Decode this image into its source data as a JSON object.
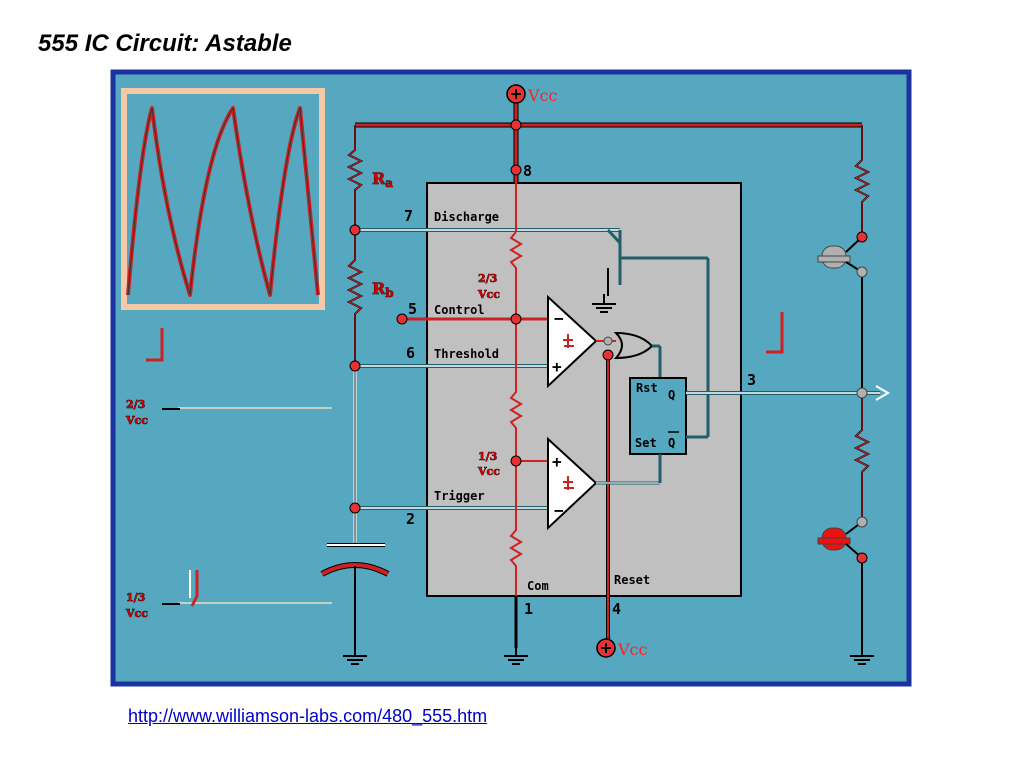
{
  "title": "555 IC Circuit:  Astable",
  "link_text": "http://www.williamson-labs.com/480_555.htm",
  "supply_label": "Vcc",
  "pin_labels": {
    "discharge": "Discharge",
    "control": "Control",
    "threshold": "Threshold",
    "trigger": "Trigger",
    "com": "Com",
    "reset": "Reset",
    "rst": "Rst",
    "set": "Set",
    "q": "Q",
    "qbar": "Q"
  },
  "pin_numbers": {
    "p8": "8",
    "p7": "7",
    "p5": "5",
    "p6": "6",
    "p2": "2",
    "p1": "1",
    "p4": "4",
    "p3": "3"
  },
  "resistor_labels": {
    "ra_main": "R",
    "ra_sub": "a",
    "rb_main": "R",
    "rb_sub": "b"
  },
  "divider_labels": {
    "two_thirds_frac": "2/3",
    "two_thirds_vcc": "Vcc",
    "one_third_frac": "1/3",
    "one_third_vcc": "Vcc"
  },
  "scope_labels": {
    "two_thirds_frac": "2/3",
    "two_thirds_vcc": "Vcc",
    "one_third_frac": "1/3",
    "one_third_vcc": "Vcc"
  },
  "colors": {
    "panel_bg": "#55a8c0",
    "panel_border": "#1a33a0",
    "chip": "#c0c0c0",
    "wire_red": "#cc2222",
    "wire_dark": "#1f5f6b",
    "node": "#e53333"
  }
}
